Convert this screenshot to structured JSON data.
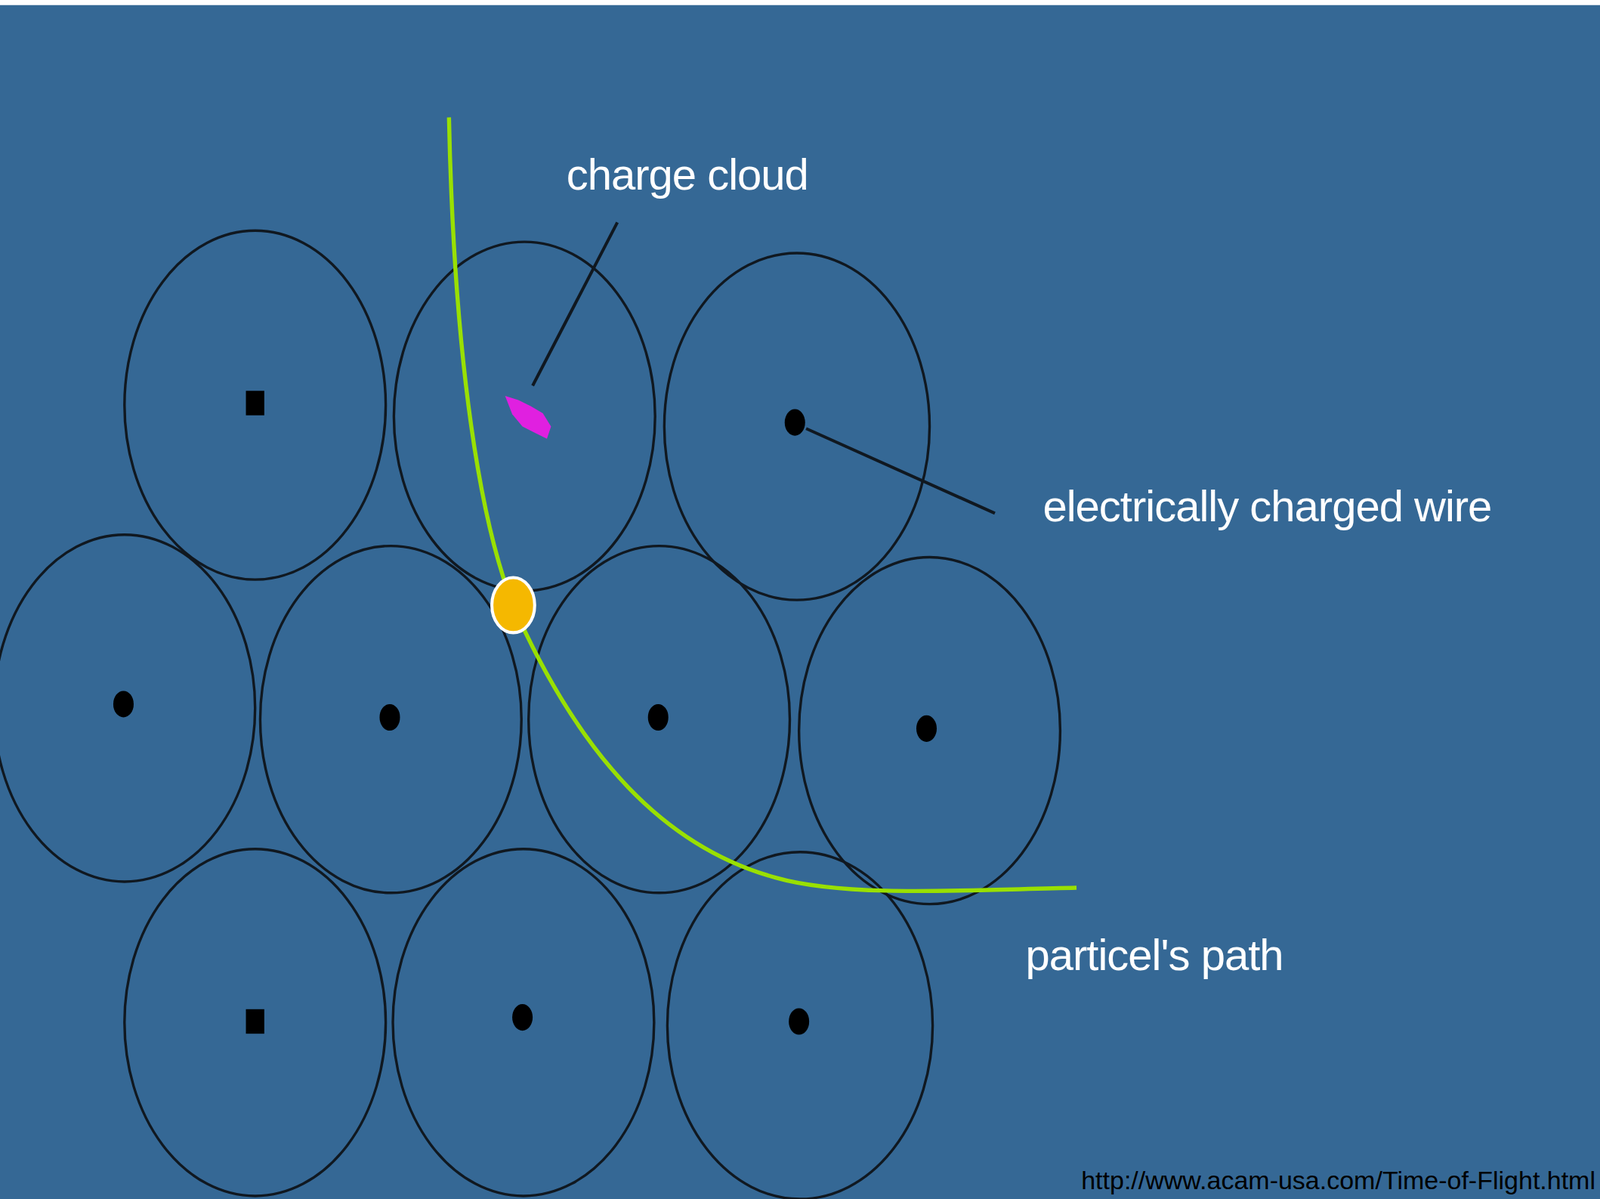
{
  "diagram": {
    "labels": [
      "charge cloud",
      "electrically charged wire",
      "particel's path",
      "http://www.acam-usa.com/Time-of-Flight.html"
    ]
  }
}
